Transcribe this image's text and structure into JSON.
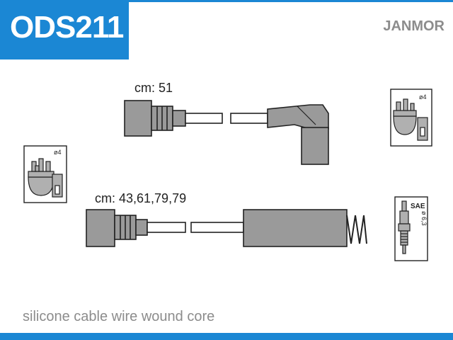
{
  "product_code": "ODS211",
  "brand": "JANMOR",
  "lead_1_label": "cm: 51",
  "lead_2_label": "cm: 43,61,79,79",
  "footer_text": "silicone cable wire wound core",
  "left_pictogram_label": "ø4",
  "right_pictogram_label": "ø4",
  "spark_plug_std": "SAE",
  "spark_plug_diameter": "ø 6,3",
  "colors": {
    "accent": "#1b87d4",
    "part_fill": "#9a9a9a",
    "outline": "#222222",
    "muted_text": "#8c8c8c"
  },
  "icons": [
    "distributor-cap-icon",
    "ignition-coil-icon",
    "spark-plug-icon"
  ]
}
